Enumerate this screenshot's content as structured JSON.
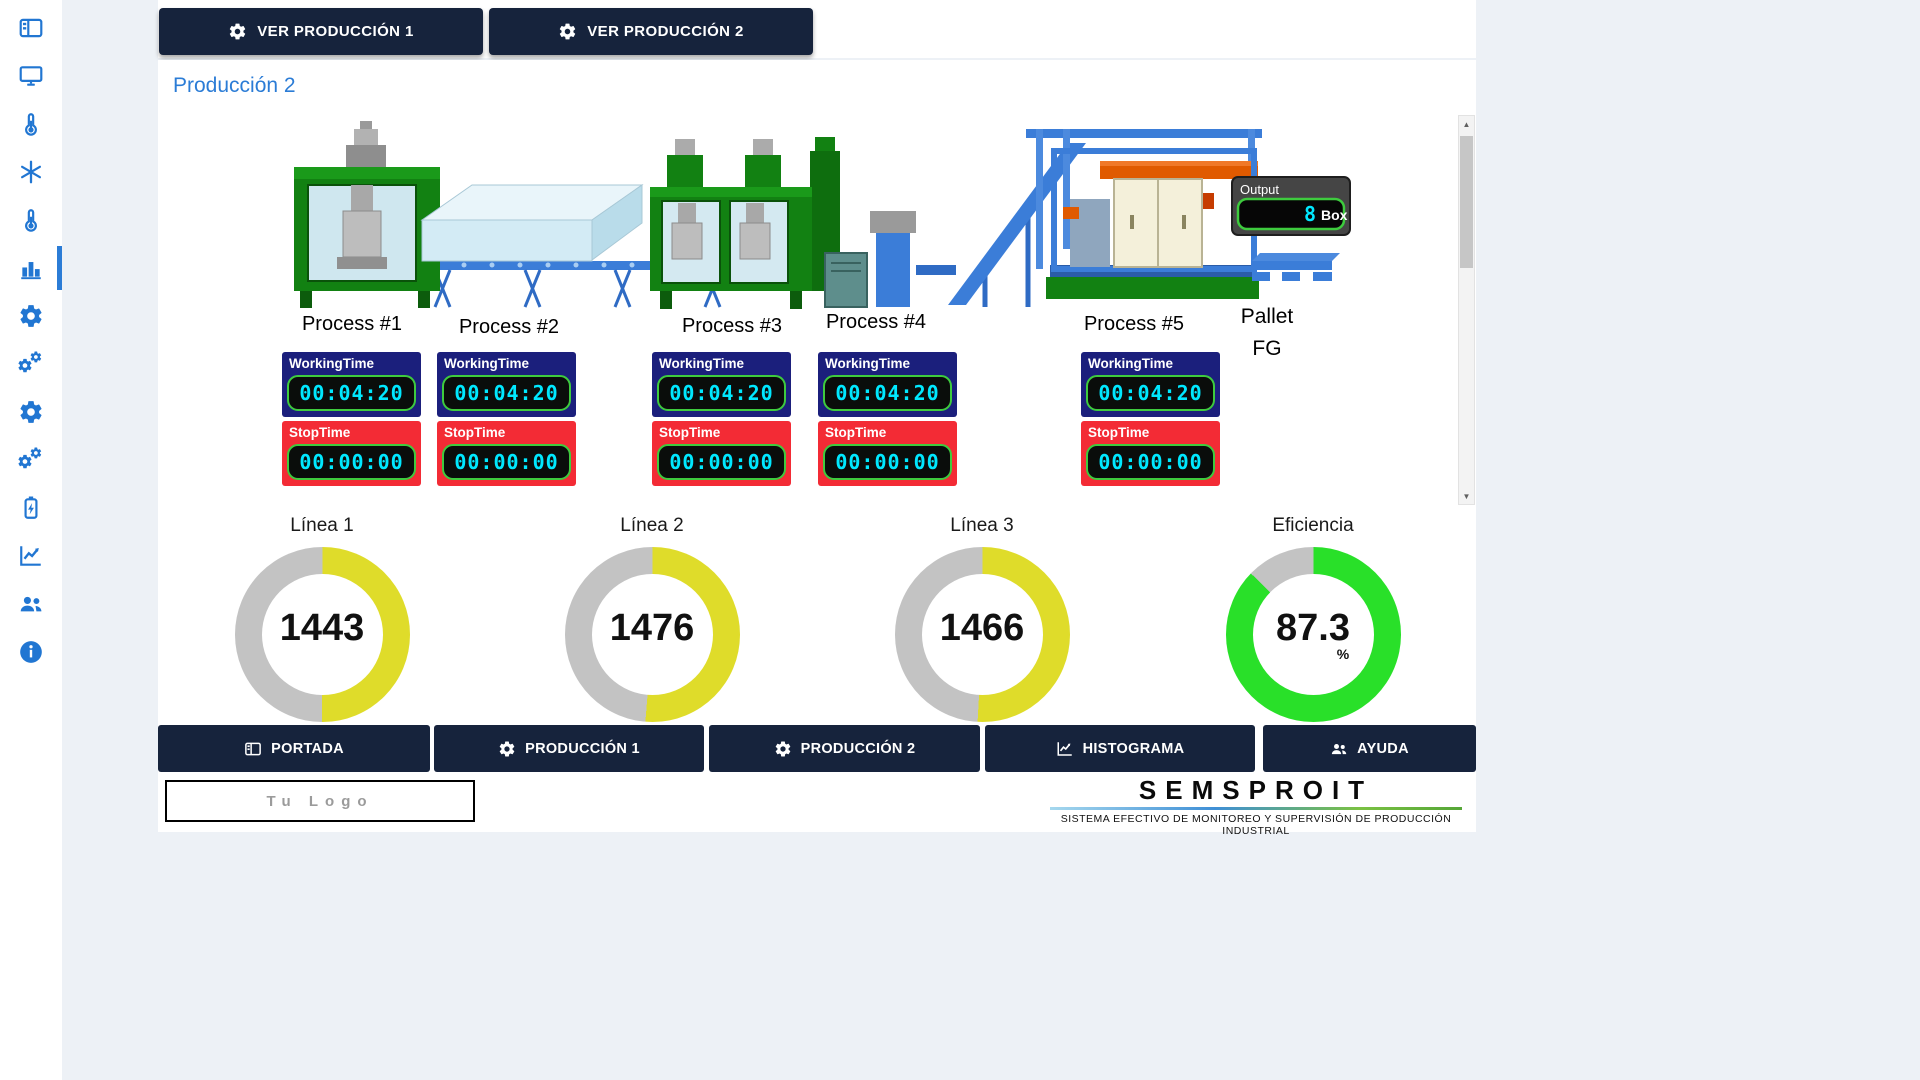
{
  "colors": {
    "navy": "#16233c",
    "accent_blue": "#2b7cd6",
    "working_bg": "#1b1f7c",
    "stop_bg": "#f32b35",
    "digit_cyan": "#00e8ff",
    "display_border_green": "#3ecb3e"
  },
  "sidebar": {
    "items": [
      {
        "name": "portada",
        "icon": "card-icon"
      },
      {
        "name": "monitor",
        "icon": "monitor-icon"
      },
      {
        "name": "temperatura-1",
        "icon": "thermometer-icon"
      },
      {
        "name": "refrigeracion",
        "icon": "snowflake-icon"
      },
      {
        "name": "temperatura-2",
        "icon": "thermometer-icon"
      },
      {
        "name": "histograma",
        "icon": "bar-chart-icon",
        "selected": true
      },
      {
        "name": "ajustes-1",
        "icon": "gear-icon"
      },
      {
        "name": "ajustes-2",
        "icon": "gears-icon"
      },
      {
        "name": "ajustes-3",
        "icon": "gear-icon"
      },
      {
        "name": "ajustes-4",
        "icon": "gears-icon"
      },
      {
        "name": "energia",
        "icon": "battery-icon"
      },
      {
        "name": "tendencia",
        "icon": "trend-icon"
      },
      {
        "name": "usuarios",
        "icon": "users-icon"
      },
      {
        "name": "informacion",
        "icon": "info-icon"
      }
    ]
  },
  "top_buttons": [
    {
      "label": "VER PRODUCCIÓN 1",
      "icon": "gear-icon"
    },
    {
      "label": "VER PRODUCCIÓN 2",
      "icon": "gear-icon"
    }
  ],
  "panel": {
    "title": "Producción 2"
  },
  "diagram": {
    "pallet_label_line1": "Pallet",
    "pallet_label_line2": "FG",
    "output": {
      "label": "Output",
      "value": "8",
      "unit": "Box"
    }
  },
  "timer_labels": {
    "working": "WorkingTime",
    "stop": "StopTime"
  },
  "processes": [
    {
      "label": "Process #1",
      "working": "00:04:20",
      "stop": "00:00:00"
    },
    {
      "label": "Process #2",
      "working": "00:04:20",
      "stop": "00:00:00"
    },
    {
      "label": "Process #3",
      "working": "00:04:20",
      "stop": "00:00:00"
    },
    {
      "label": "Process #4",
      "working": "00:04:20",
      "stop": "00:00:00"
    },
    {
      "label": "Process #5",
      "working": "00:04:20",
      "stop": "00:00:00"
    }
  ],
  "gauges": [
    {
      "label": "Línea 1",
      "value": "1443",
      "unit": "",
      "percent": 50.1,
      "color": "#dfdc2a",
      "track": "#c3c3c3"
    },
    {
      "label": "Línea 2",
      "value": "1476",
      "unit": "",
      "percent": 51.3,
      "color": "#dfdc2a",
      "track": "#c3c3c3"
    },
    {
      "label": "Línea 3",
      "value": "1466",
      "unit": "",
      "percent": 50.9,
      "color": "#dfdc2a",
      "track": "#c3c3c3"
    },
    {
      "label": "Eficiencia",
      "value": "87.3",
      "unit": "%",
      "percent": 87.3,
      "color": "#29e029",
      "track": "#c3c3c3"
    }
  ],
  "bottom_nav": [
    {
      "label": "PORTADA",
      "icon": "card-icon"
    },
    {
      "label": "PRODUCCIÓN 1",
      "icon": "gear-icon"
    },
    {
      "label": "PRODUCCIÓN 2",
      "icon": "gear-icon"
    },
    {
      "label": "HISTOGRAMA",
      "icon": "trend-icon"
    },
    {
      "label": "AYUDA",
      "icon": "users-icon"
    }
  ],
  "scrollbar": {
    "up": "▲",
    "down": "▼"
  },
  "footer": {
    "logo_text": "Tu Logo",
    "brand": "SEMSPROIT",
    "tagline": "SISTEMA EFECTIVO DE MONITOREO Y SUPERVISIÓN DE PRODUCCIÓN INDUSTRIAL"
  }
}
